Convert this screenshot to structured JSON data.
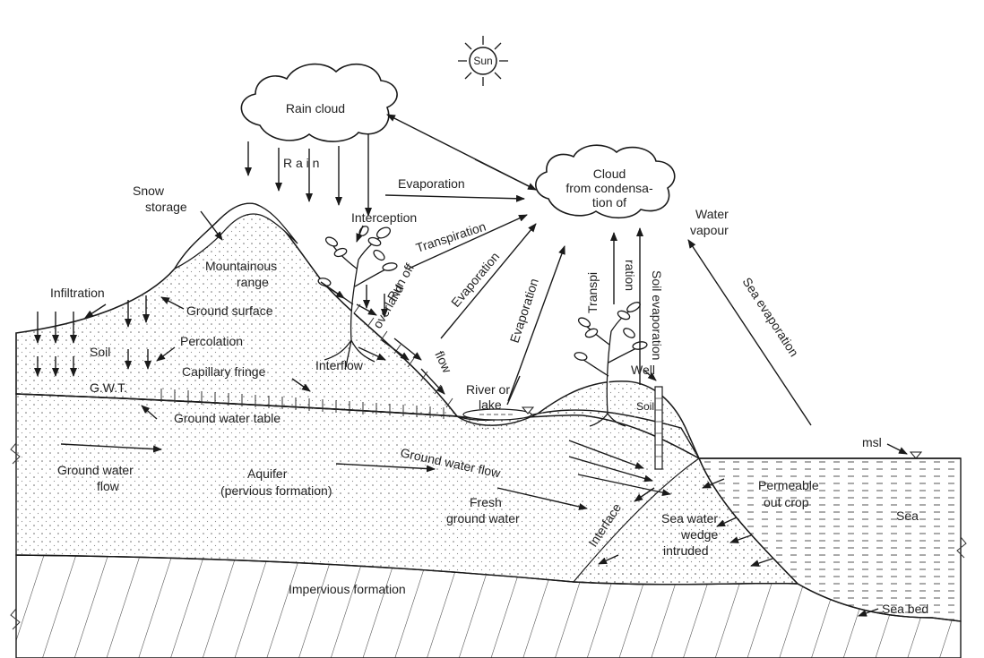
{
  "labels": {
    "sun": "Sun",
    "rain_cloud": "Rain cloud",
    "rain": "R a i n",
    "cloud_line1": "Cloud",
    "cloud_line2": "from condensa-",
    "cloud_line3": "tion of",
    "water_vapour_1": "Water",
    "water_vapour_2": "vapour",
    "evaporation_1": "Evaporation",
    "evaporation_2": "Evaporation",
    "evaporation_3": "Evaporation",
    "transpiration": "Transpiration",
    "interception": "Interception",
    "snow_storage_1": "Snow",
    "snow_storage_2": "storage",
    "mountainous_1": "Mountainous",
    "mountainous_2": "range",
    "infiltration": "Infiltration",
    "ground_surface": "Ground surface",
    "soil": "Soil",
    "percolation": "Percolation",
    "capillary_fringe": "Capillary fringe",
    "gwt": "G.W.T.",
    "ground_water_table": "Ground water table",
    "run_off": "Run off",
    "overland": "overland",
    "flow": "flow",
    "interflow": "Interflow",
    "river_1": "River or",
    "river_2": "lake",
    "transpi": "Transpi",
    "ration": "ration",
    "soil_evaporation": "Soil evaporation",
    "sea_evaporation": "Sea evaporation",
    "well": "Well",
    "soil_small": "Soil",
    "msl": "msl",
    "gw_flow_left_1": "Ground water",
    "gw_flow_left_2": "flow",
    "aquifer_1": "Aquifer",
    "aquifer_2": "(pervious formation)",
    "gw_flow_right": "Ground water flow",
    "fresh_1": "Fresh",
    "fresh_2": "ground water",
    "interface": "Interface",
    "sea_wedge_1": "Sea water",
    "sea_wedge_2": "wedge",
    "sea_wedge_3": "intruded",
    "permeable_1": "Permeable",
    "permeable_2": "out crop",
    "sea": "Sea",
    "impervious": "Impervious formation",
    "sea_bed": "Sea bed"
  }
}
